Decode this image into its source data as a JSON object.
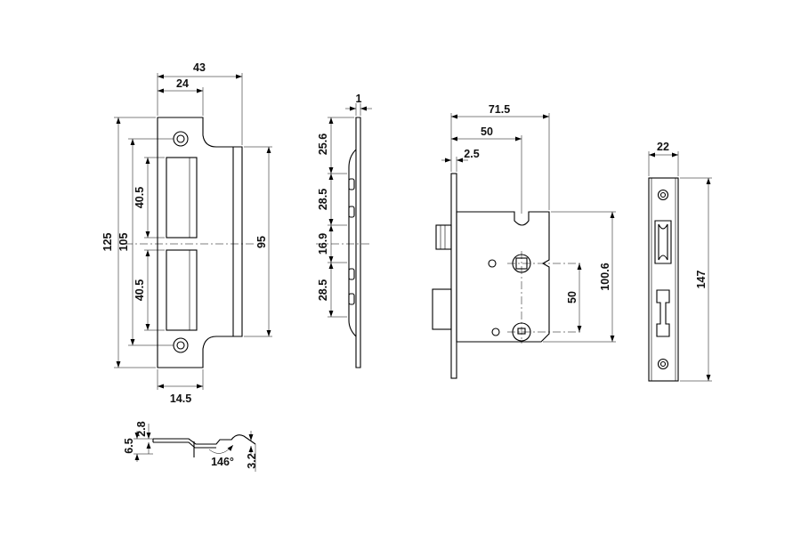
{
  "strike_plate": {
    "width_label": "43",
    "offset_label": "24",
    "height_label": "125",
    "hole_spacing_label": "105",
    "upper_cutout_label": "40.5",
    "lower_cutout_label": "40.5",
    "lip_height_label": "95",
    "bottom_offset_label": "14.5"
  },
  "side_profile": {
    "thickness_label": "1",
    "top_label": "25.6",
    "upper_slot_label": "28.5",
    "middle_label": "16.9",
    "lower_slot_label": "28.5"
  },
  "lock_body": {
    "backset_label": "71.5",
    "spindle_label": "50",
    "forend_label": "2.5",
    "centres_label": "50",
    "height_label": "100.6"
  },
  "forend": {
    "width_label": "22",
    "height_label": "147"
  },
  "section": {
    "depth_label": "6.5",
    "thickness_label": "2.8",
    "angle_label": "146°",
    "offset_label": "3.2"
  }
}
